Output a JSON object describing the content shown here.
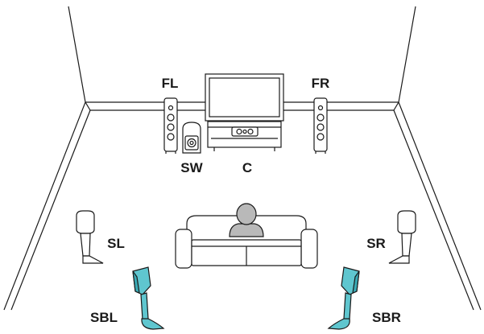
{
  "diagram": {
    "speakers": {
      "fl": {
        "label": "FL"
      },
      "fr": {
        "label": "FR"
      },
      "sw": {
        "label": "SW"
      },
      "c": {
        "label": "C"
      },
      "sl": {
        "label": "SL"
      },
      "sr": {
        "label": "SR"
      },
      "sbl": {
        "label": "SBL"
      },
      "sbr": {
        "label": "SBR"
      }
    },
    "colors": {
      "line": "#1a1a1a",
      "highlight_speaker": "#5fc6cf",
      "highlight_speaker_shade": "#3aaab5",
      "background": "#ffffff"
    }
  }
}
